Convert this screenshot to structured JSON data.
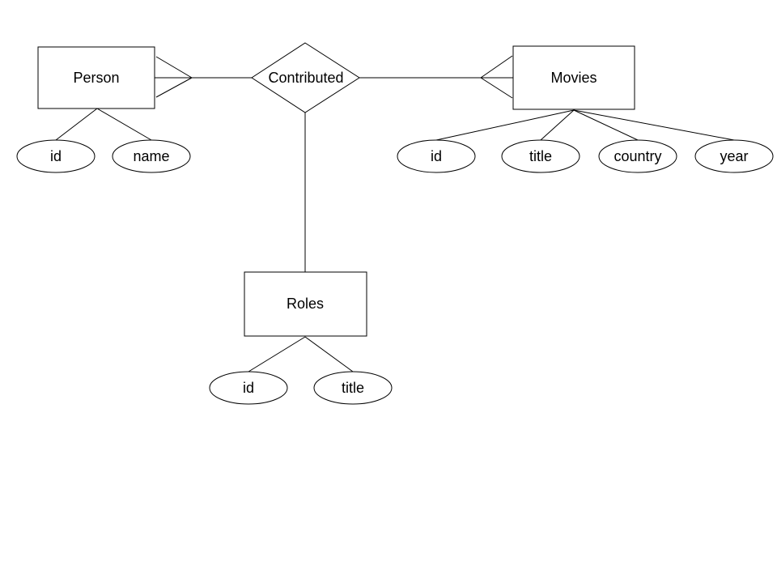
{
  "entities": {
    "person": "Person",
    "movies": "Movies",
    "roles": "Roles"
  },
  "relationships": {
    "contributed": "Contributed"
  },
  "attributes": {
    "person": [
      "id",
      "name"
    ],
    "movies": [
      "id",
      "title",
      "country",
      "year"
    ],
    "roles": [
      "id",
      "title"
    ]
  }
}
